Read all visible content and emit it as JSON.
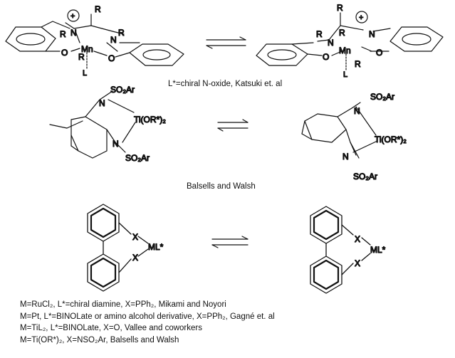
{
  "salen": {
    "left": {
      "r1": "R",
      "r2": "R",
      "r3": "R",
      "r4": "R",
      "n1": "N",
      "n2": "N",
      "o1": "O",
      "o2": "O",
      "metal": "Mn",
      "lstar": "L",
      "charge": "+"
    },
    "right": {
      "r1": "R",
      "r2": "R",
      "r3": "R",
      "r4": "R",
      "n1": "N",
      "n2": "N",
      "o1": "O",
      "o2": "O",
      "metal": "Mn",
      "lstar": "L",
      "charge": "+"
    },
    "caption": "L*=chiral N-oxide, Katsuki et. al"
  },
  "ti": {
    "left": {
      "n1": "N",
      "n2": "N",
      "sulfonyl1": "SO₂Ar",
      "sulfonyl2": "SO₂Ar",
      "titanium": "Ti(OR*)₂"
    },
    "right": {
      "n1": "N",
      "n2": "N",
      "sulfonyl1": "SO₂Ar",
      "sulfonyl2": "SO₂Ar",
      "titanium": "Ti(OR*)₂"
    },
    "caption": "Balsells and Walsh"
  },
  "biaryl": {
    "left": {
      "x1": "X",
      "x2": "X",
      "ml": "ML*"
    },
    "right": {
      "x1": "X",
      "x2": "X",
      "ml": "ML*"
    }
  },
  "notes": [
    "M=RuCl₂, L*=chiral diamine, X=PPh₂, Mikami and Noyori",
    "M=Pt, L*=BINOLate or amino alcohol derivative, X=PPh₂, Gagné et. al",
    "M=TiL₂, L*=BINOLate, X=O, Vallee and coworkers",
    "M=Ti(OR*)₂, X=NSO₂Ar, Balsells and Walsh"
  ]
}
